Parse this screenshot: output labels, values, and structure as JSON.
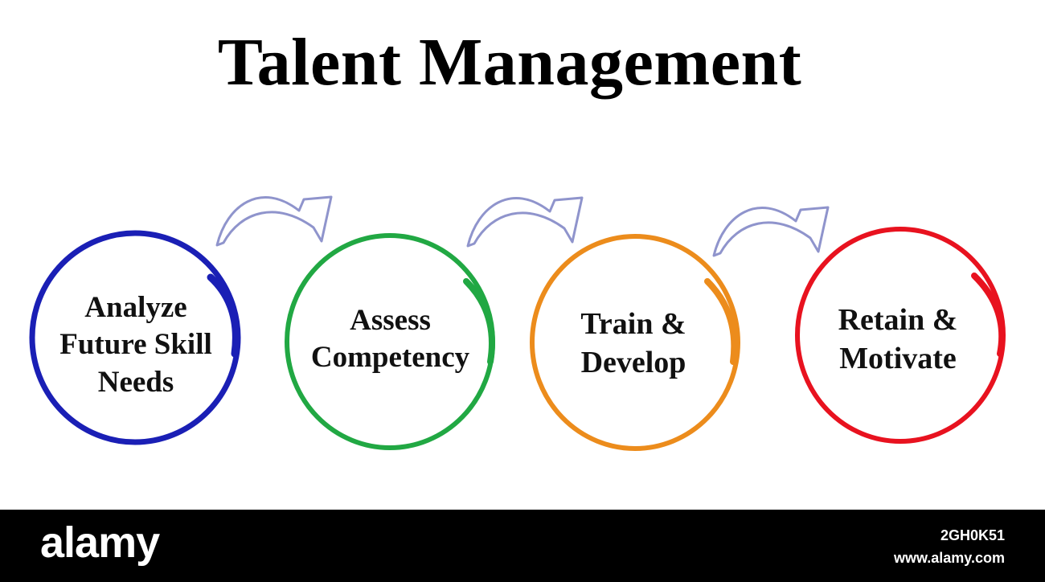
{
  "title": "Talent Management",
  "steps": [
    {
      "label": "Analyze\nFuture Skill\nNeeds",
      "color": "#1a1fb5"
    },
    {
      "label": "Assess\nCompetency",
      "color": "#21a843"
    },
    {
      "label": "Train &\nDevelop",
      "color": "#ec8c1c"
    },
    {
      "label": "Retain &\nMotivate",
      "color": "#e8121f"
    }
  ],
  "arrow_color": "#8f94cc",
  "footer": {
    "logo": "alamy",
    "image_id": "2GH0K51",
    "site": "www.alamy.com"
  }
}
